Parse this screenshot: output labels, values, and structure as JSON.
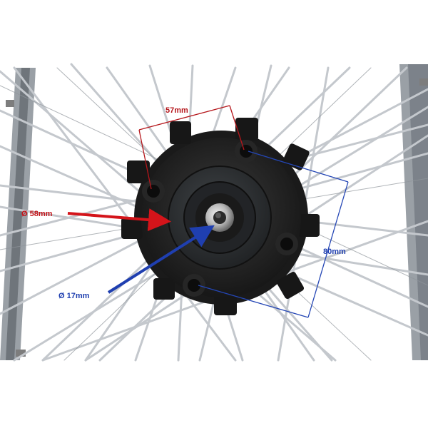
{
  "photo": {
    "subject": "wheel-hub-with-spokes",
    "colors": {
      "background": "#ffffff",
      "rim": "#8c8c8c",
      "spoke": "#c9cdd2",
      "hub": "#1b1b1b",
      "hub_mid": "#2a2a2a",
      "bearing": "#3a3a3a",
      "red_arrow": "#d4141a",
      "blue_arrow": "#1f3fb0",
      "dim_line_red": "#b5161b",
      "dim_line_blue": "#2446b5"
    }
  },
  "annotations": {
    "top_spacing": "57mm",
    "outer_diameter": "Ø 58mm",
    "axle_diameter": "Ø 17mm",
    "hole_spacing": "80mm"
  }
}
